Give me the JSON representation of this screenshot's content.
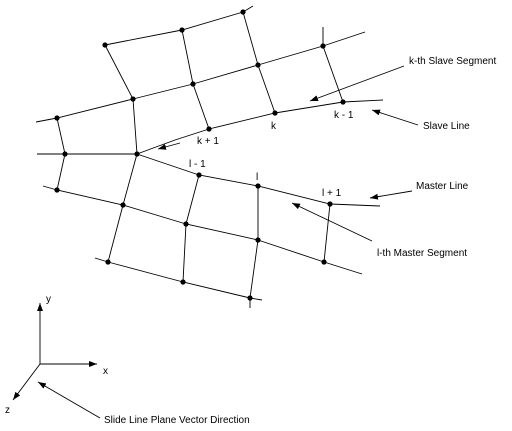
{
  "labels": {
    "kth_slave_segment": "k-th Slave Segment",
    "slave_line": "Slave Line",
    "master_line": "Master Line",
    "lth_master_segment": "l-th Master Segment",
    "slide_line_vector": "Slide Line Plane Vector Direction"
  },
  "node_labels": {
    "k_plus_1": "k + 1",
    "k": "k",
    "k_minus_1": "k - 1",
    "l_minus_1": "l - 1",
    "l": "l",
    "l_plus_1": "l + 1"
  },
  "axes": {
    "x": "x",
    "y": "y",
    "z": "z"
  },
  "colors": {
    "line": "#000000",
    "background": "#ffffff"
  }
}
